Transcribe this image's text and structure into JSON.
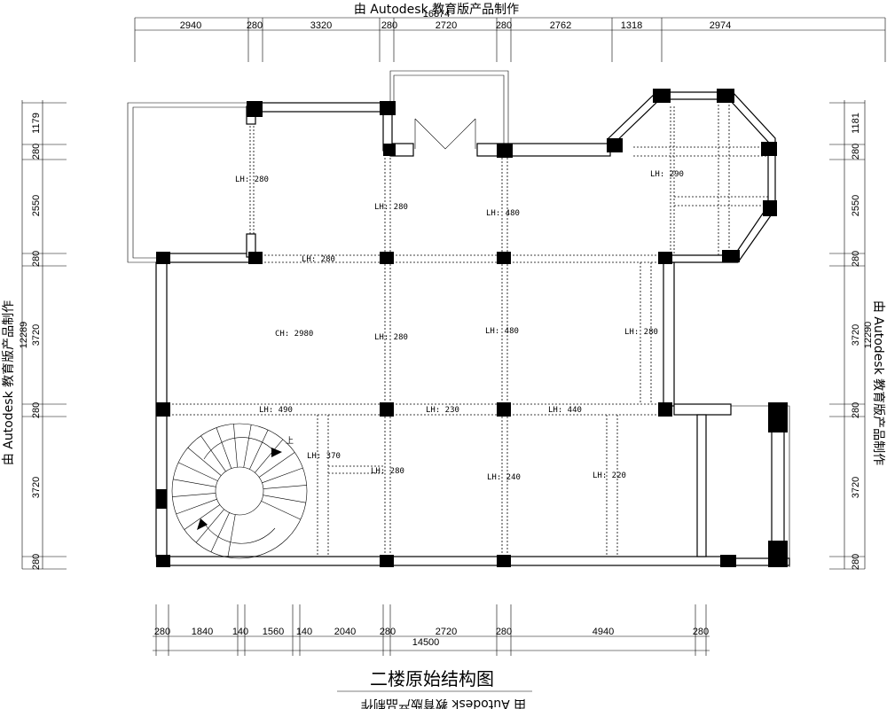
{
  "watermark": {
    "prefix": "由",
    "brand": "Autodesk",
    "suffix": "教育版产品制作",
    "full": "由 Autodesk 教育版产品制作"
  },
  "title": "二楼原始结构图",
  "dims_top": [
    "2940",
    "280",
    "3320",
    "280",
    "2720",
    "280",
    "2762",
    "1318",
    "2974"
  ],
  "dim_top_total": "16874",
  "dims_bottom": [
    "280",
    "1840",
    "140",
    "1560",
    "140",
    "2040",
    "280",
    "2720",
    "280",
    "4940",
    "280"
  ],
  "dim_bottom_total": "14500",
  "dims_left": [
    "1179",
    "280",
    "2550",
    "280",
    "3720",
    "280",
    "3720",
    "280"
  ],
  "dim_left_total": "12289",
  "dims_right": [
    "1181",
    "280",
    "2550",
    "280",
    "3720",
    "280",
    "3720",
    "280"
  ],
  "dim_right_total": "12290",
  "labels": {
    "lh280_a": "LH: 280",
    "lh280_b": "LH: 280",
    "lh480_a": "LH: 480",
    "lh290": "LH: 290",
    "lh280_c": "LH: 280",
    "ch2980": "CH: 2980",
    "lh280_d": "LH: 280",
    "lh480_b": "LH: 480",
    "lh280_e": "LH: 280",
    "lh490": "LH: 490",
    "lh230": "LH: 230",
    "lh440": "LH: 440",
    "lh370": "LH: 370",
    "lh280_f": "LH: 280",
    "lh240": "LH: 240",
    "lh220": "LH: 220",
    "stair_up": "上"
  }
}
